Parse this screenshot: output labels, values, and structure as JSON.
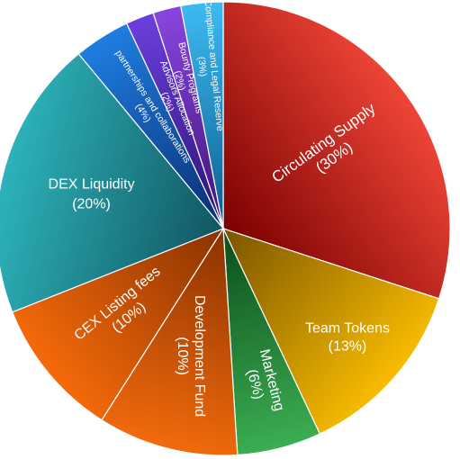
{
  "chart_data": {
    "type": "pie",
    "start_angle_deg": 0,
    "direction": "clockwise",
    "legend": "none",
    "slices": [
      {
        "name": "Circulating Supply",
        "value": 30,
        "value_label": "(30%)",
        "color_outer": "#ef4537",
        "color_inner": "#7a0000"
      },
      {
        "name": "Team Tokens",
        "value": 13,
        "value_label": "(13%)",
        "color_outer": "#f8bc00",
        "color_inner": "#7a5400"
      },
      {
        "name": "Marketing",
        "value": 6,
        "value_label": "(6%)",
        "color_outer": "#3cae52",
        "color_inner": "#0b4c1a"
      },
      {
        "name": "Development Fund",
        "value": 10,
        "value_label": "(10%)",
        "color_outer": "#f26a0c",
        "color_inner": "#8a3200"
      },
      {
        "name": "CEX Listing fees",
        "value": 10,
        "value_label": "(10%)",
        "color_outer": "#f56a0a",
        "color_inner": "#8a3200"
      },
      {
        "name": "DEX Liquidity",
        "value": 20,
        "value_label": "(20%)",
        "color_outer": "#2db3ba",
        "color_inner": "#115561"
      },
      {
        "name": "partnerships and collaborations",
        "value": 4,
        "value_label": "(4%)",
        "color_outer": "#1f7ee0",
        "color_inner": "#0a2c70"
      },
      {
        "name": "Advisors Allocation",
        "value": 2,
        "value_label": "(2%)",
        "color_outer": "#6c3fdd",
        "color_inner": "#2a1270"
      },
      {
        "name": "Bounty Programs",
        "value": 2,
        "value_label": "(2%)",
        "color_outer": "#8a45e0",
        "color_inner": "#3b1475"
      },
      {
        "name": "Compliance and Legal Reserve",
        "value": 3,
        "value_label": "(3%)",
        "color_outer": "#3dbbf2",
        "color_inner": "#0d5c8c"
      }
    ]
  }
}
